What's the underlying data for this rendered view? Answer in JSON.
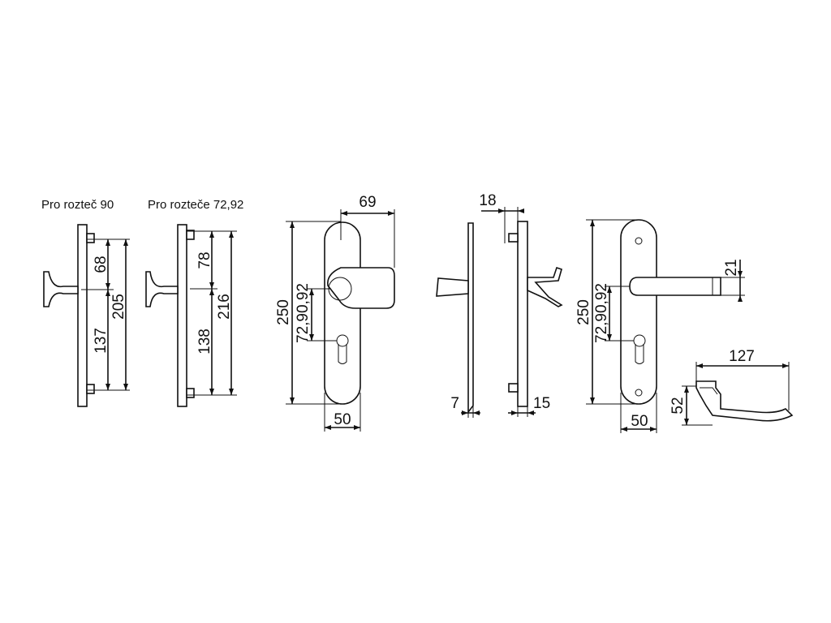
{
  "captions": {
    "spacing_90": "Pro rozteč 90",
    "spacing_72_92": "Pro rozteče 72,92"
  },
  "dimensions": {
    "side_a_top": "68",
    "side_a_bottom": "137",
    "side_a_total": "205",
    "side_b_top": "78",
    "side_b_bottom": "138",
    "side_b_total": "216",
    "knob_projection": "69",
    "knob_plate_height": "250",
    "knob_spacing": "72,90,92",
    "knob_plate_width": "50",
    "inner_plate_thickness": "7",
    "outer_offset": "18",
    "outer_plate_thickness": "15",
    "lever_plate_height": "250",
    "lever_spacing": "72,90,92",
    "lever_height": "21",
    "lever_plate_width": "50",
    "lever_length": "127",
    "lever_rise": "52"
  },
  "colors": {
    "line": "#111111",
    "background": "#ffffff"
  }
}
